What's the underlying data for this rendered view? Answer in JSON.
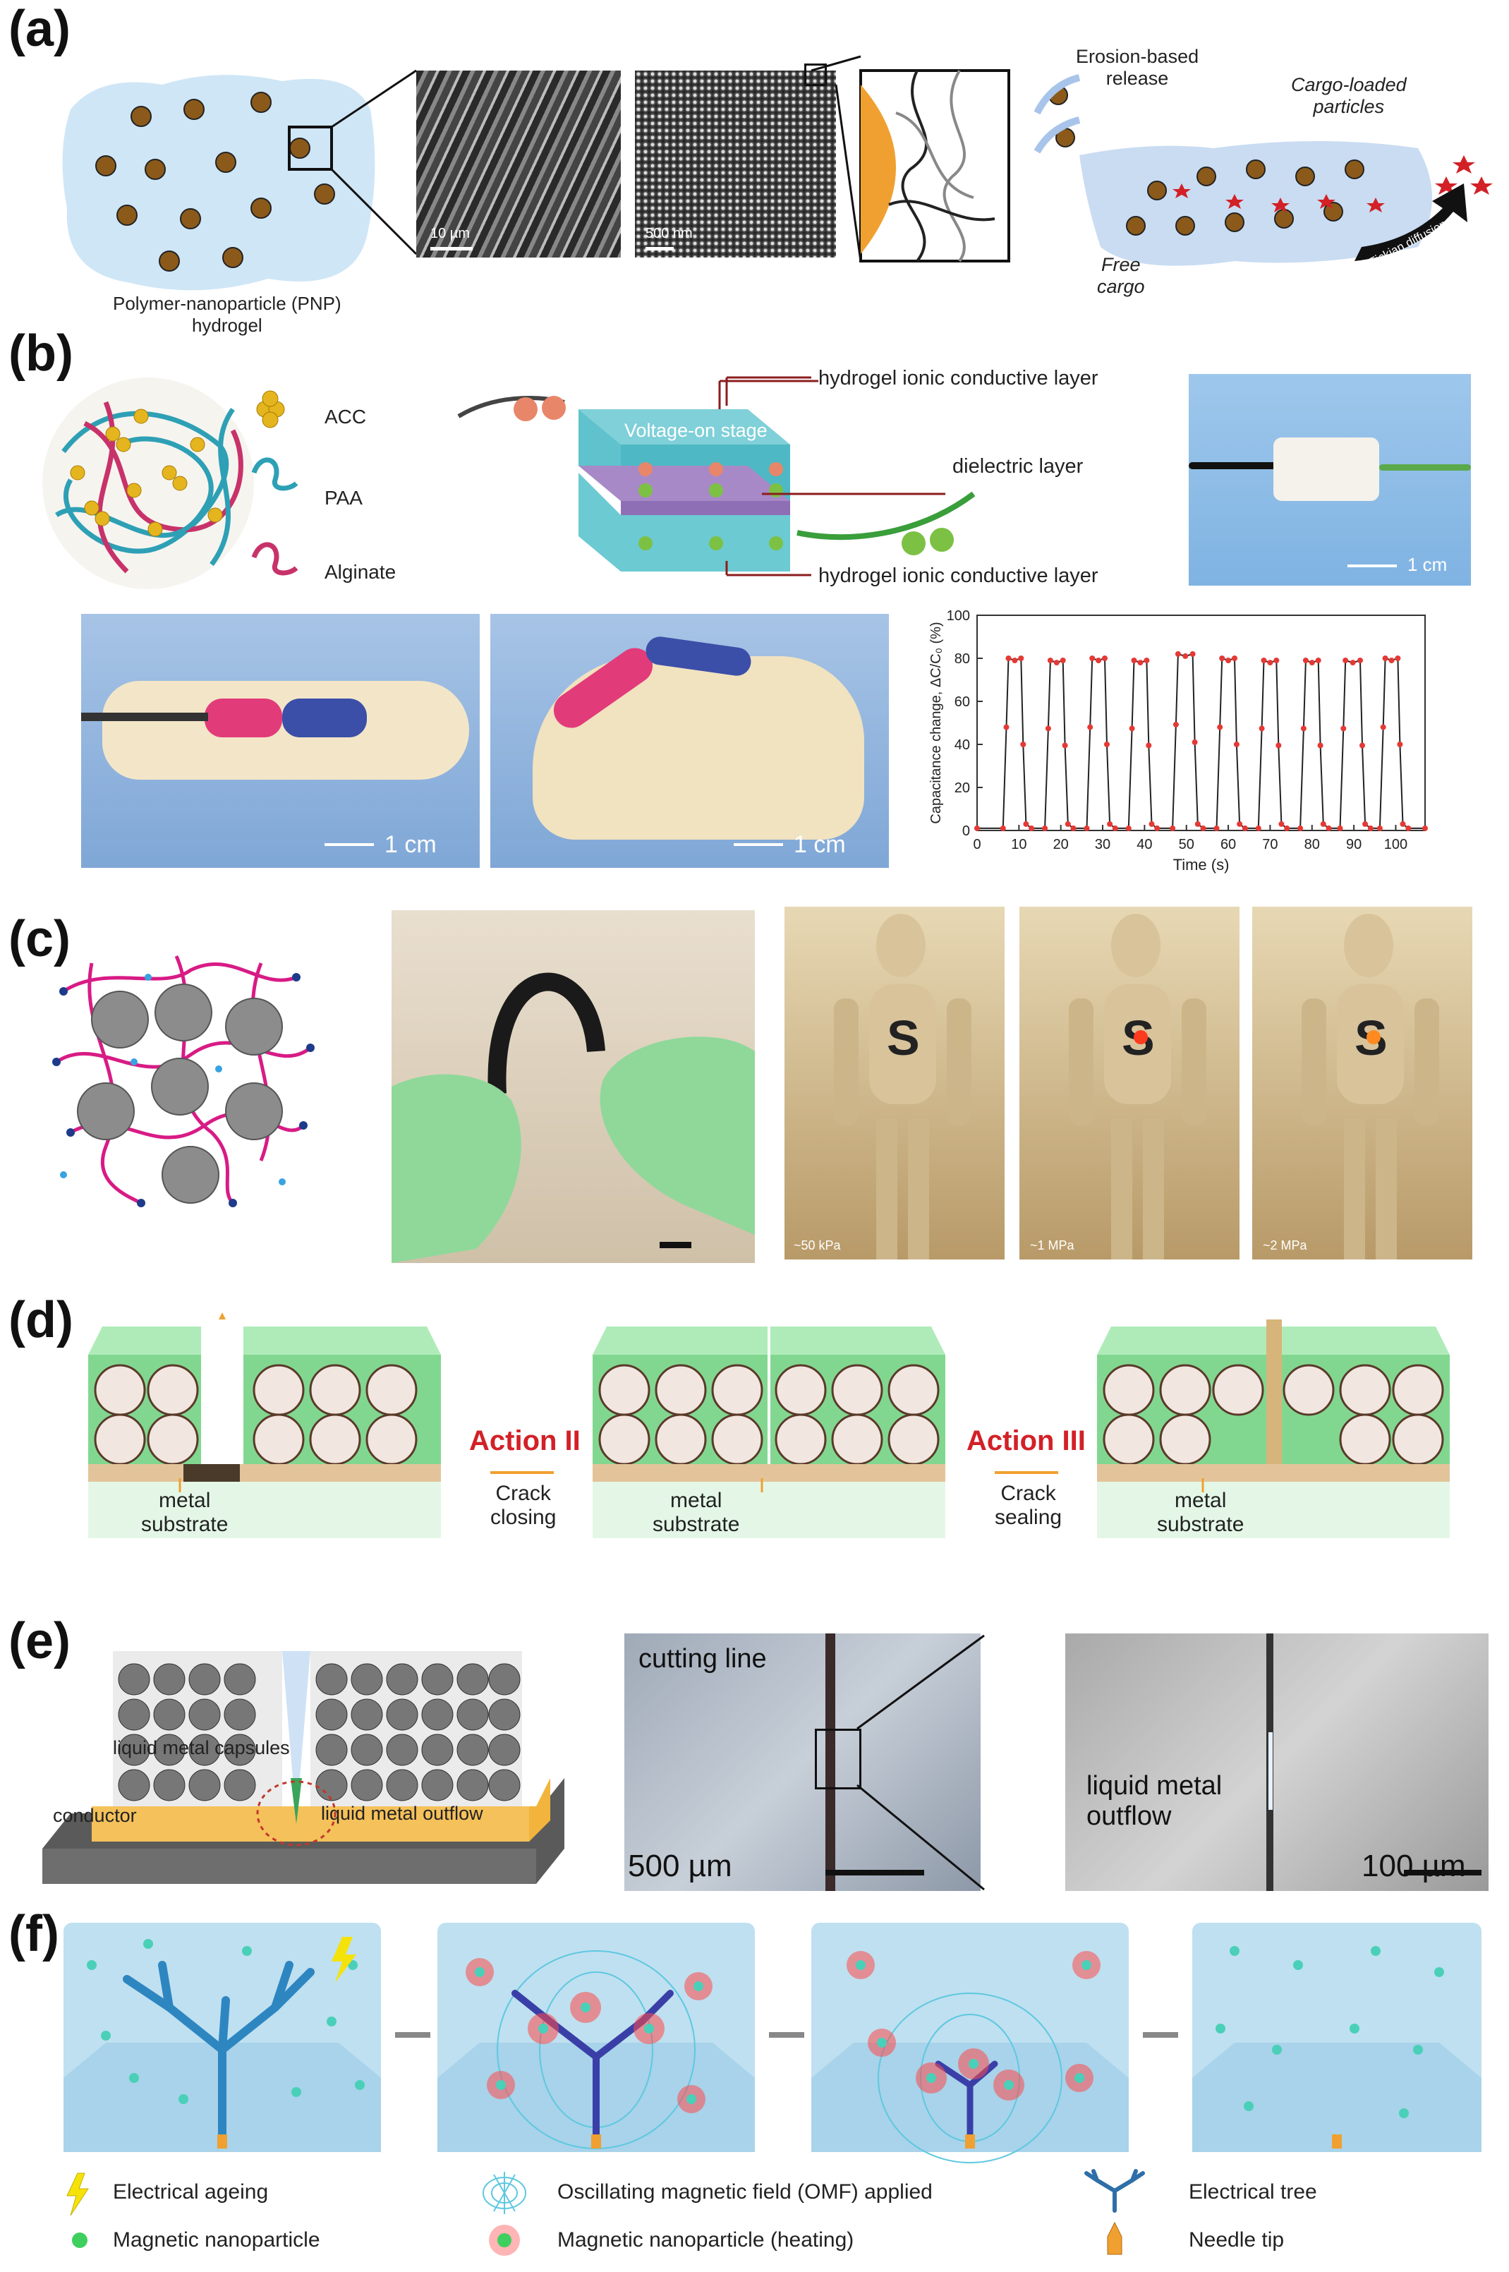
{
  "panel_labels": {
    "a": "(a)",
    "b": "(b)",
    "c": "(c)",
    "d": "(d)",
    "e": "(e)",
    "f": "(f)"
  },
  "panel_a": {
    "pnp_caption": "Polymer-nanoparticle (PNP)\nhydrogel",
    "sem_scale_1": "10 µm",
    "sem_scale_2": "500 nm",
    "erosion_label": "Erosion-based\nrelease",
    "cargo_loaded_label": "Cargo-loaded\nparticles",
    "free_cargo_label": "Free\ncargo",
    "diffusion_label": "Fickian diffusion"
  },
  "panel_b": {
    "legend": [
      "ACC",
      "PAA",
      "Alginate"
    ],
    "stage_label": "Voltage-on stage",
    "layer_top": "hydrogel ionic conductive layer",
    "layer_mid": "dielectric layer",
    "layer_bottom": "hydrogel ionic conductive layer",
    "photo_scale": "1 cm",
    "finger_scale_1": "1 cm",
    "finger_scale_2": "1 cm"
  },
  "chart_data": {
    "type": "line",
    "xlabel": "Time (s)",
    "ylabel": "Capacitance change, ΔC/C₀ (%)",
    "xlim": [
      0,
      107
    ],
    "ylim": [
      0,
      100
    ],
    "xticks": [
      0,
      10,
      20,
      30,
      40,
      50,
      60,
      70,
      80,
      90,
      100
    ],
    "yticks": [
      0,
      20,
      40,
      60,
      80,
      100
    ],
    "cycles": [
      {
        "rise": 7,
        "fall": 11,
        "peak": 80
      },
      {
        "rise": 17,
        "fall": 21,
        "peak": 79
      },
      {
        "rise": 27,
        "fall": 31,
        "peak": 80
      },
      {
        "rise": 37,
        "fall": 41,
        "peak": 79
      },
      {
        "rise": 47.5,
        "fall": 52,
        "peak": 82
      },
      {
        "rise": 58,
        "fall": 62,
        "peak": 80
      },
      {
        "rise": 68,
        "fall": 72,
        "peak": 79
      },
      {
        "rise": 78,
        "fall": 82,
        "peak": 79
      },
      {
        "rise": 87.5,
        "fall": 92,
        "peak": 79
      },
      {
        "rise": 97,
        "fall": 101,
        "peak": 80
      }
    ],
    "baseline": 1,
    "line_color": "#222222",
    "marker_color": "#e53935"
  },
  "panel_c": {
    "pressure_labels": [
      "~50 kPa",
      "~1 MPa",
      "~2 MPa"
    ]
  },
  "panel_d": {
    "substrate_label": "metal\nsubstrate",
    "action2": "Action II",
    "action2_sub": "Crack\nclosing",
    "action3": "Action III",
    "action3_sub": "Crack\nsealing"
  },
  "panel_e": {
    "capsules": "liquid metal capsules",
    "conductor": "conductor",
    "outflow": "liquid metal outflow",
    "cutting": "cutting line",
    "scale1": "500 µm",
    "outflow2": "liquid metal\noutflow",
    "scale2": "100 µm"
  },
  "panel_f": {
    "legend": [
      {
        "icon": "lightning-icon",
        "text": "Electrical ageing"
      },
      {
        "icon": "magnetic-field-icon",
        "text": "Oscillating magnetic field (OMF) applied"
      },
      {
        "icon": "electrical-tree-icon",
        "text": "Electrical tree"
      },
      {
        "icon": "nanoparticle-icon",
        "text": "Magnetic nanoparticle"
      },
      {
        "icon": "heating-nanoparticle-icon",
        "text": "Magnetic nanoparticle (heating)"
      },
      {
        "icon": "needle-tip-icon",
        "text": "Needle tip"
      }
    ]
  },
  "colors": {
    "hydrogel_blue": "#cfe6f6",
    "layer_teal": "#7fcfd6",
    "dielectric_purple": "#a889c7",
    "action_red": "#d32027",
    "arrow_orange": "#f0a030",
    "green_gel": "#7ed88a"
  }
}
